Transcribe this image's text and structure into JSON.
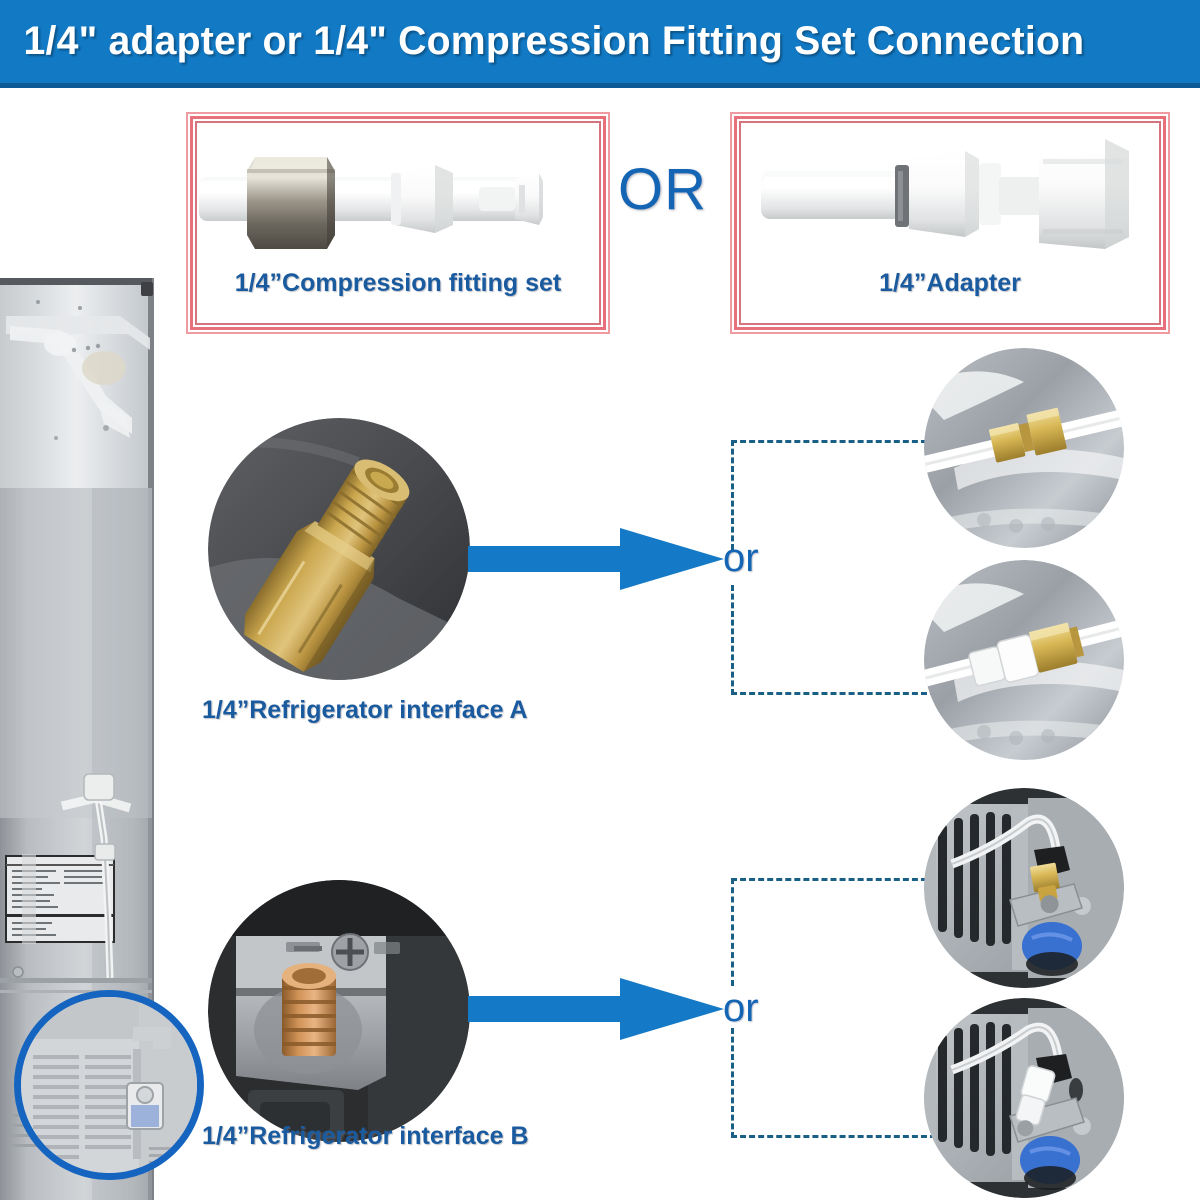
{
  "header": {
    "title": "1/4\" adapter or 1/4\" Compression Fitting Set Connection",
    "bg_color": "#1279c4",
    "text_color": "#ffffff"
  },
  "product_boxes": [
    {
      "id": "compression-fitting-set",
      "caption": "1/4”Compression fitting set",
      "border_color": "#e8707a",
      "parts": [
        "white tube",
        "chrome hex nut",
        "white plastic sleeve",
        "white ferrule insert"
      ]
    },
    {
      "id": "adapter",
      "caption": "1/4”Adapter",
      "border_color": "#e8707a",
      "parts": [
        "white tube",
        "white push-fit collet",
        "white hex nut"
      ]
    }
  ],
  "or_divider": {
    "label": "OR",
    "color": "#1565b5"
  },
  "rows": [
    {
      "id": "row-interface-a",
      "source": {
        "id": "refrigerator-interface-a",
        "caption": "1/4”Refrigerator interface A",
        "photo_desc": "brass male hex fitting on dark gray background"
      },
      "connector": {
        "label": "or",
        "color": "#1565b5"
      },
      "targets": [
        {
          "id": "interface-a-option-1",
          "photo_desc": "white tube with brass compression fitting on light gray panel"
        },
        {
          "id": "interface-a-option-2",
          "photo_desc": "white tube with white adapter and brass fitting on light gray panel"
        }
      ]
    },
    {
      "id": "row-interface-b",
      "source": {
        "id": "refrigerator-interface-b",
        "caption": "1/4”Refrigerator interface  B",
        "photo_desc": "gray valve body with copper threaded port and phillips screw"
      },
      "connector": {
        "label": "or",
        "color": "#1565b5"
      },
      "targets": [
        {
          "id": "interface-b-option-1",
          "photo_desc": "refrigerator rear vent panel with brass fitting and blue valve cap"
        },
        {
          "id": "interface-b-option-2",
          "photo_desc": "refrigerator rear vent panel with white adapter and blue valve cap"
        }
      ]
    }
  ],
  "fridge_illustration": {
    "id": "refrigerator-rear-panel",
    "desc": "rear of refrigerator showing water line routing",
    "highlight_color": "#1565c0"
  },
  "colors": {
    "header_blue": "#1279c4",
    "header_underline": "#0d5a96",
    "label_blue": "#1a5ba0",
    "arrow_blue": "#1479c7",
    "dashed_blue": "#1a5f86",
    "box_red": "#e8707a",
    "brass": "#c9a227",
    "copper": "#c08040"
  }
}
